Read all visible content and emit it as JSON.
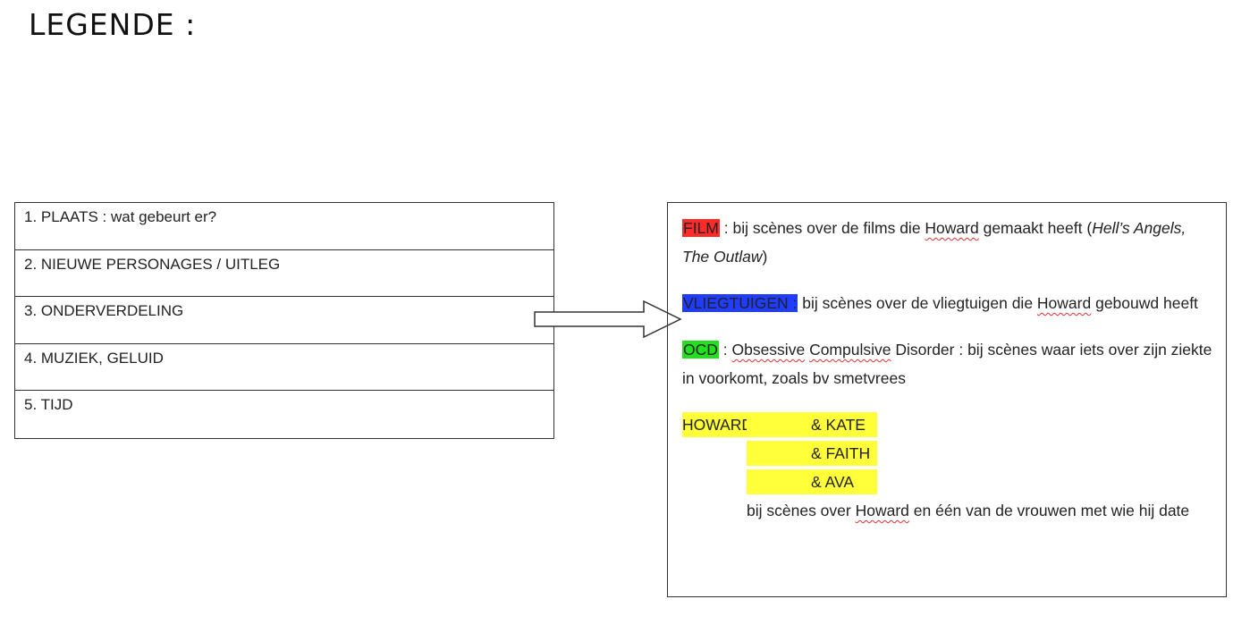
{
  "title": "LEGENDE :",
  "list": [
    "1. PLAATS : wat gebeurt er?",
    "2. NIEUWE PERSONAGES / UITLEG",
    "3. ONDERVERDELING",
    "4. MUZIEK, GELUID",
    "5. TIJD"
  ],
  "legend": {
    "film": {
      "tag": "FILM",
      "t1": " : bij scènes over  de films die ",
      "howard": "Howard",
      "t2": " gemaakt heeft (",
      "italic": "Hell’s Angels, The Outlaw",
      "t3": ")"
    },
    "planes": {
      "tag": "VLIEGTUIGEN :",
      "t1": " bij scènes  over  de vliegtuigen die ",
      "howard": "Howard",
      "t2": " gebouwd  heeft"
    },
    "ocd": {
      "tag": "OCD",
      "t1": " : ",
      "w1": "Obsessive",
      "t2": " ",
      "w2": "Compulsive",
      "t3": " Disorder : bij scènes  waar iets over zijn ziekte  in voorkomt,  zoals bv smetvrees"
    },
    "howard": {
      "name": "HOWARD",
      "partners": [
        "& KATE",
        "& FAITH",
        "& AVA"
      ],
      "d1": "bij scènes over ",
      "howard": "Howard",
      "d2": " en één van de vrouwen met wie hij date"
    }
  },
  "colors": {
    "film": "#ff2a2a",
    "planes": "#1f3cff",
    "ocd": "#22e01e",
    "howard": "#ffff3a"
  },
  "icons": {
    "arrow": "right-arrow-icon"
  }
}
